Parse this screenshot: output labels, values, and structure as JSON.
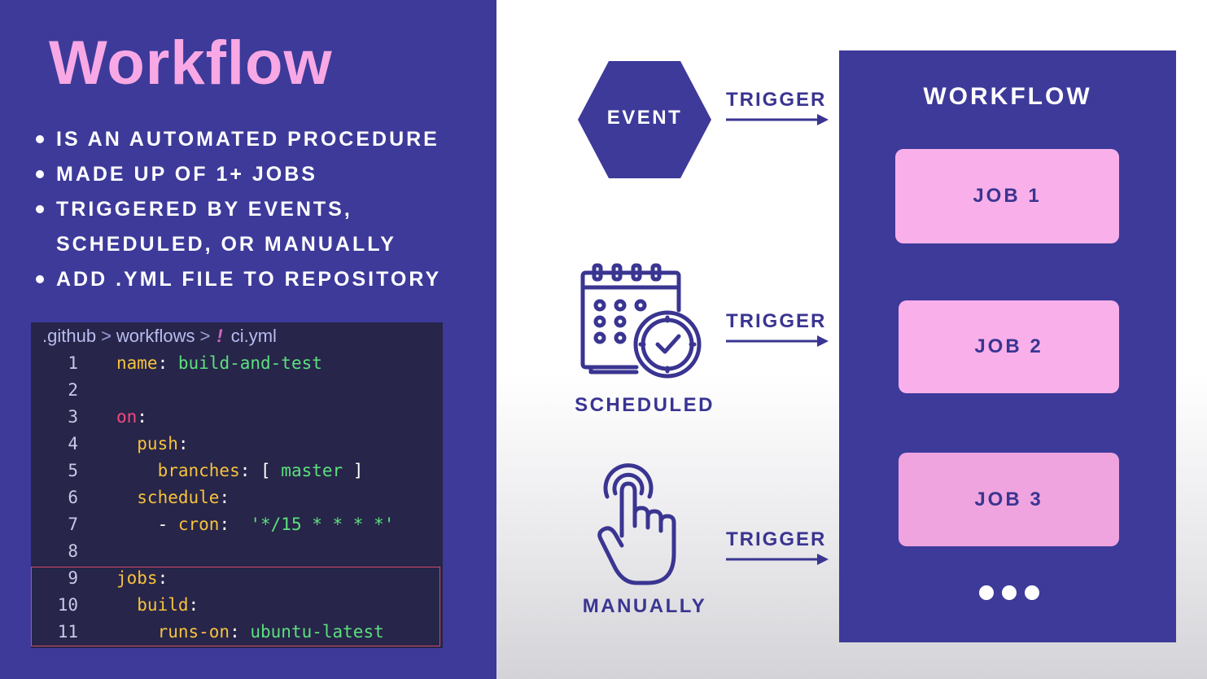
{
  "left": {
    "title": "Workflow",
    "bullets": [
      "IS AN AUTOMATED PROCEDURE",
      "MADE UP OF 1+ JOBS",
      "TRIGGERED BY EVENTS,",
      "SCHEDULED, OR MANUALLY",
      "ADD .YML FILE TO REPOSITORY"
    ],
    "editor": {
      "breadcrumb": [
        ".github",
        "workflows",
        "ci.yml"
      ],
      "breadcrumb_sep": ">",
      "file_icon": "!",
      "lines": [
        {
          "n": "1",
          "parts": [
            {
              "t": "name",
              "c": "k"
            },
            {
              "t": ": ",
              "c": "p"
            },
            {
              "t": "build-and-test",
              "c": "s"
            }
          ]
        },
        {
          "n": "2",
          "parts": []
        },
        {
          "n": "3",
          "parts": [
            {
              "t": "on",
              "c": "k2"
            },
            {
              "t": ":",
              "c": "p"
            }
          ]
        },
        {
          "n": "4",
          "parts": [
            {
              "t": "  push",
              "c": "k"
            },
            {
              "t": ":",
              "c": "p"
            }
          ]
        },
        {
          "n": "5",
          "parts": [
            {
              "t": "    branches",
              "c": "k"
            },
            {
              "t": ": [ ",
              "c": "p"
            },
            {
              "t": "master",
              "c": "s"
            },
            {
              "t": " ]",
              "c": "p"
            }
          ]
        },
        {
          "n": "6",
          "parts": [
            {
              "t": "  schedule",
              "c": "k"
            },
            {
              "t": ":",
              "c": "p"
            }
          ]
        },
        {
          "n": "7",
          "parts": [
            {
              "t": "    - ",
              "c": "p"
            },
            {
              "t": "cron",
              "c": "k"
            },
            {
              "t": ":  ",
              "c": "p"
            },
            {
              "t": "'*/15 * * * *'",
              "c": "s"
            }
          ]
        },
        {
          "n": "8",
          "parts": []
        },
        {
          "n": "9",
          "parts": [
            {
              "t": "jobs",
              "c": "k"
            },
            {
              "t": ":",
              "c": "p"
            }
          ]
        },
        {
          "n": "10",
          "parts": [
            {
              "t": "  build",
              "c": "k"
            },
            {
              "t": ":",
              "c": "p"
            }
          ]
        },
        {
          "n": "11",
          "parts": [
            {
              "t": "    runs-on",
              "c": "k"
            },
            {
              "t": ": ",
              "c": "p"
            },
            {
              "t": "ubuntu-latest",
              "c": "s"
            }
          ]
        }
      ]
    }
  },
  "diagram": {
    "event_label": "EVENT",
    "scheduled_label": "SCHEDULED",
    "manually_label": "MANUALLY",
    "trigger_label": "TRIGGER",
    "workflow_title": "WORKFLOW",
    "jobs": [
      "JOB 1",
      "JOB 2",
      "JOB 3"
    ],
    "more_icon": "ellipsis-dots-icon"
  },
  "colors": {
    "panel": "#3d3a9a",
    "accent_pink": "#f8a8e4",
    "job_pink": "#f9b0ea",
    "text_dark": "#3a3591"
  }
}
